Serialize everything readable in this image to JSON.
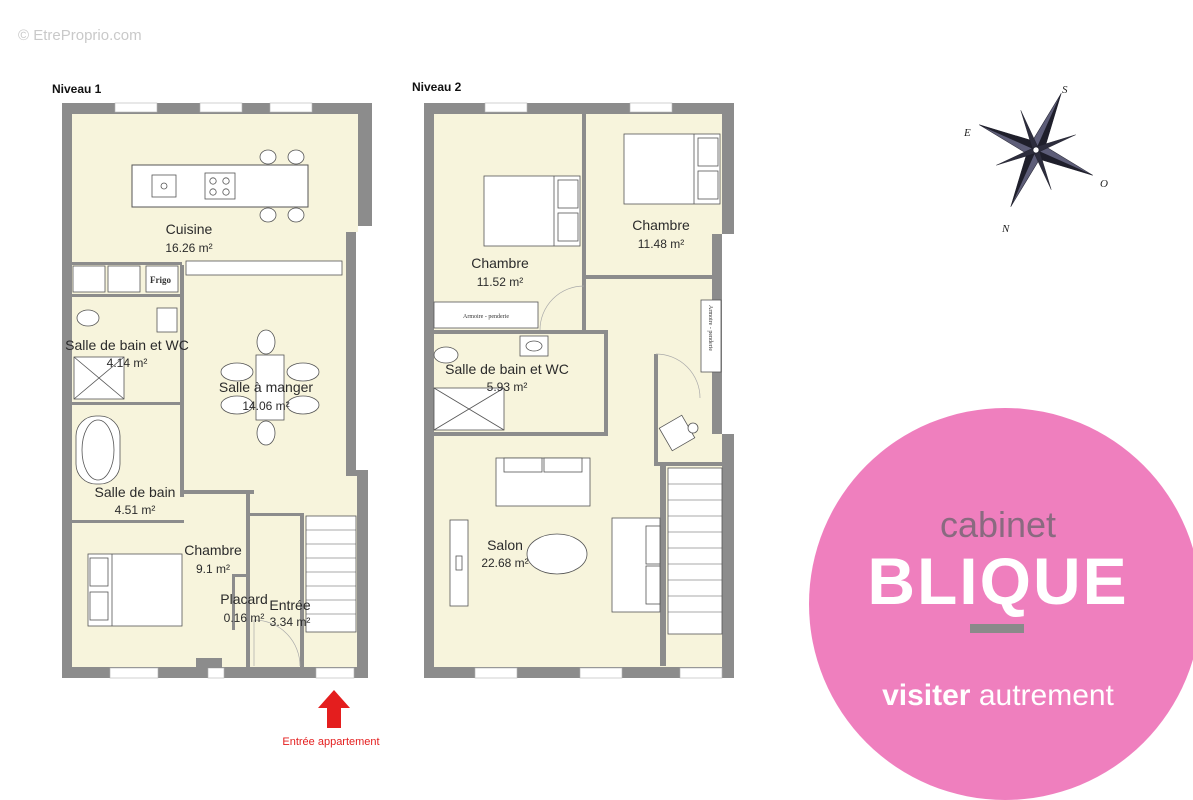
{
  "watermark": "© EtreProprio.com",
  "levels": {
    "level1": "Niveau 1",
    "level2": "Niveau 2"
  },
  "rooms": {
    "cuisine": {
      "name": "Cuisine",
      "area": "16.26 m²"
    },
    "sdb_wc_1": {
      "name": "Salle de bain et WC",
      "area": "4.14 m²"
    },
    "salle_manger": {
      "name": "Salle à manger",
      "area": "14.06 m²"
    },
    "salle_bain": {
      "name": "Salle de bain",
      "area": "4.51 m²"
    },
    "chambre_1": {
      "name": "Chambre",
      "area": "9.1 m²"
    },
    "placard": {
      "name": "Placard",
      "area": "0.16 m²"
    },
    "entree": {
      "name": "Entrée",
      "area": "3.34 m²"
    },
    "chambre_2a": {
      "name": "Chambre",
      "area": "11.52 m²"
    },
    "chambre_2b": {
      "name": "Chambre",
      "area": "11.48 m²"
    },
    "sdb_wc_2": {
      "name": "Salle de bain et WC",
      "area": "5.93 m²"
    },
    "salon": {
      "name": "Salon",
      "area": "22.68 m²"
    }
  },
  "furniture": {
    "frigo": "Frigo",
    "armoire_1": "Armoire - penderie",
    "armoire_2": "Armoire - penderie"
  },
  "entrance_label": "Entrée appartement",
  "compass": {
    "s": "S",
    "e": "E",
    "o": "O",
    "n": "N"
  },
  "logo": {
    "line1": "cabinet",
    "line2": "BLIQUE",
    "tagline_bold": "visiter",
    "tagline_rest": " autrement"
  },
  "colors": {
    "floor": "#f7f4dc",
    "wall": "#8c8c8c",
    "logo_pink": "#ef7fbe",
    "logo_grey": "#8a8a8a",
    "arrow": "#e41e1e"
  },
  "icons": [
    "compass-rose-icon",
    "entrance-arrow-icon"
  ]
}
